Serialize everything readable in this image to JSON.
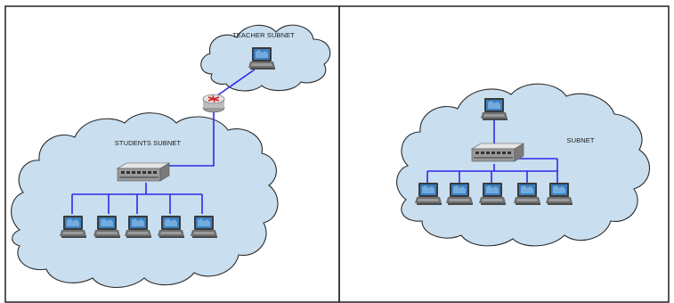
{
  "diagrams": [
    {
      "subnets": [
        {
          "label": "TEACHER SUBNET"
        },
        {
          "label": "STUDENTS SUBNET"
        }
      ],
      "devices": {
        "router": 1,
        "switch": 1,
        "teacher_laptops": 1,
        "student_laptops": 5
      }
    },
    {
      "subnets": [
        {
          "label": "SUBNET"
        }
      ],
      "devices": {
        "switch": 1,
        "top_laptops": 1,
        "bottom_laptops": 5
      }
    }
  ],
  "colors": {
    "cloud_fill": "#c9deee",
    "cloud_stroke": "#2b2b2b",
    "link": "#2c2ae8",
    "router": "#d9d9d9",
    "router_cross": "#d11a1a",
    "screen": "#3b7fc4"
  },
  "icons": [
    "laptop-icon",
    "router-icon",
    "switch-icon"
  ]
}
